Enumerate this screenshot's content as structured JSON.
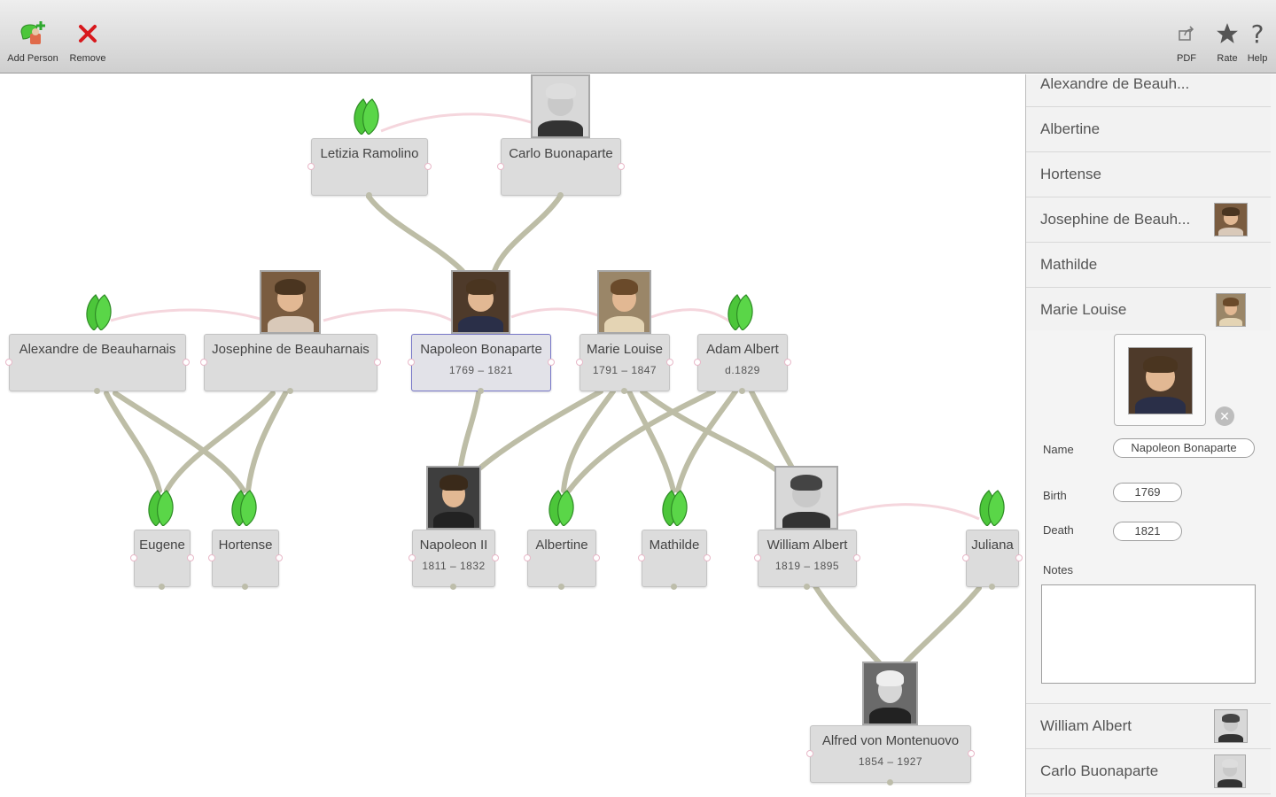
{
  "toolbar": {
    "add_person": "Add Person",
    "remove": "Remove",
    "pdf": "PDF",
    "rate": "Rate",
    "help": "Help"
  },
  "tree": {
    "letizia": {
      "name": "Letizia Ramolino"
    },
    "carlo": {
      "name": "Carlo Buonaparte"
    },
    "alexandre": {
      "name": "Alexandre de Beauharnais"
    },
    "josephine": {
      "name": "Josephine de Beauharnais"
    },
    "napoleon": {
      "name": "Napoleon Bonaparte",
      "dates": "1769 – 1821"
    },
    "marie_louise": {
      "name": "Marie Louise",
      "dates": "1791 – 1847"
    },
    "adam_albert": {
      "name": "Adam Albert",
      "dates": "d.1829"
    },
    "eugene": {
      "name": "Eugene"
    },
    "hortense": {
      "name": "Hortense"
    },
    "napoleon2": {
      "name": "Napoleon II",
      "dates": "1811 – 1832"
    },
    "albertine": {
      "name": "Albertine"
    },
    "mathilde": {
      "name": "Mathilde"
    },
    "william": {
      "name": "William Albert",
      "dates": "1819 – 1895"
    },
    "juliana": {
      "name": "Juliana"
    },
    "alfred": {
      "name": "Alfred von Montenuovo",
      "dates": "1854 – 1927"
    }
  },
  "sidebar": {
    "items": [
      {
        "label": "Alexandre de Beauh..."
      },
      {
        "label": "Albertine"
      },
      {
        "label": "Hortense"
      },
      {
        "label": "Josephine de Beauh..."
      },
      {
        "label": "Mathilde"
      },
      {
        "label": "Marie Louise"
      }
    ],
    "items_below": [
      {
        "label": "William Albert"
      },
      {
        "label": "Carlo Buonaparte"
      }
    ]
  },
  "detail": {
    "name_label": "Name",
    "name_value": "Napoleon Bonaparte",
    "birth_label": "Birth",
    "birth_value": "1769",
    "death_label": "Death",
    "death_value": "1821",
    "notes_label": "Notes",
    "notes_value": ""
  },
  "colors": {
    "leaf": "#4cc63a",
    "link": "#bdbda6",
    "spouse_link": "#f5d6dd",
    "selection": "#7878c8",
    "remove_icon": "#d8181c"
  }
}
